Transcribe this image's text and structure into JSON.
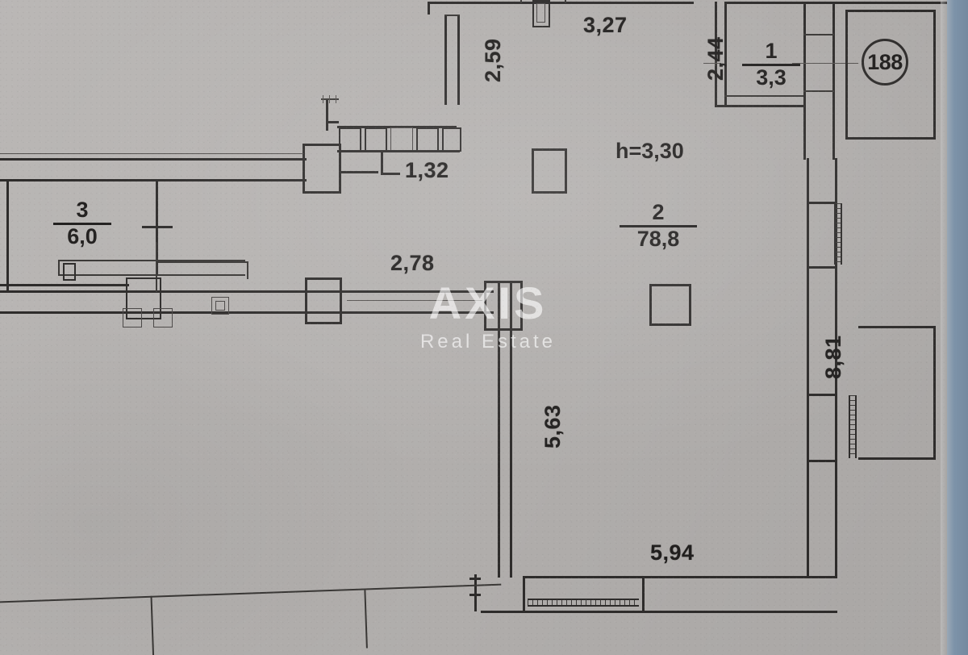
{
  "document": {
    "type": "apartment-floor-plan-scan",
    "ceiling_height_label": "h=3,30",
    "unit_circle_number": "188"
  },
  "rooms": [
    {
      "id": "room-2",
      "number": "2",
      "area": "78,8",
      "position": "center-main"
    },
    {
      "id": "room-1",
      "number": "1",
      "area": "3,3",
      "position": "top-right-small"
    },
    {
      "id": "room-3",
      "number": "3",
      "area": "6,0",
      "position": "left-upper"
    }
  ],
  "dimensions": {
    "top_left_vertical": "2,59",
    "top_center_horizontal": "3,27",
    "top_right_vertical": "2,44",
    "window_band": "1,32",
    "mid_horizontal": "2,78",
    "lower_center_vertical": "5,63",
    "right_vertical": "8,81",
    "bottom_horizontal": "5,94"
  },
  "watermark": {
    "main": "AXIS",
    "sub": "Real Estate"
  },
  "colors": {
    "paper": "#b6b3b1",
    "ink": "#2e2c2b",
    "edge_strip": "#7d93a9",
    "watermark": "rgba(255,255,255,0.62)"
  }
}
